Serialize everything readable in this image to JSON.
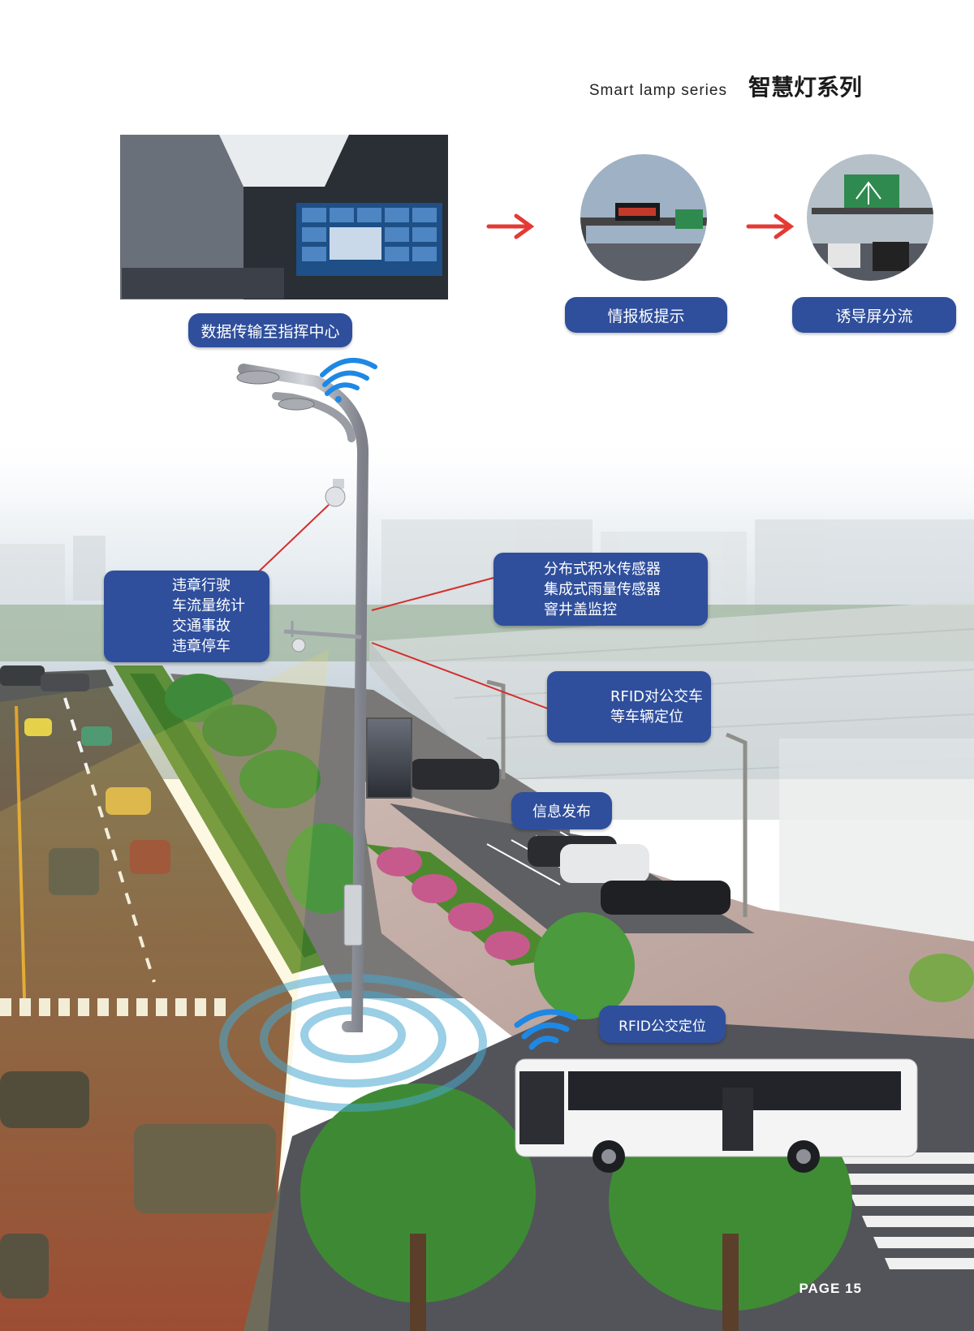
{
  "header": {
    "title_en": "Smart lamp series",
    "title_zh": "智慧灯系列"
  },
  "top_row": {
    "command_center_label": "数据传输至指挥中心",
    "info_board_label": "情报板提示",
    "guidance_screen_label": "诱导屏分流"
  },
  "callouts": {
    "camera": [
      "违章行驶",
      "车流量统计",
      "交通事故",
      "违章停车"
    ],
    "sensors": [
      "分布式积水传感器",
      "集成式雨量传感器",
      "窨井盖监控"
    ],
    "rfid_vehicle": [
      "RFID对公交车",
      "等车辆定位"
    ],
    "info_release": "信息发布",
    "rfid_bus": "RFID公交定位"
  },
  "footer": {
    "page": "PAGE 15"
  },
  "colors": {
    "accent_blue": "#2f4f9c",
    "arrow_red": "#e53935",
    "leader_red": "#d32f2f",
    "wifi_blue": "#1e88e5"
  }
}
